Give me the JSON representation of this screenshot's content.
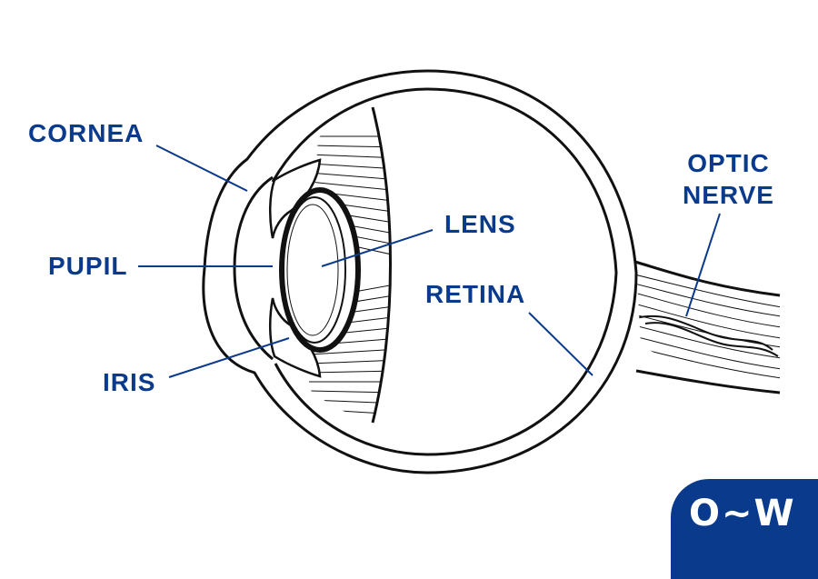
{
  "labels": {
    "cornea": "CORNEA",
    "pupil": "PUPIL",
    "iris": "IRIS",
    "lens": "LENS",
    "retina": "RETINA",
    "optic_nerve_line1": "OPTIC",
    "optic_nerve_line2": "NERVE"
  },
  "logo": {
    "text": "O~W"
  },
  "colors": {
    "label": "#0a3a8c",
    "outline": "#111111",
    "badge": "#0a3a8c"
  }
}
